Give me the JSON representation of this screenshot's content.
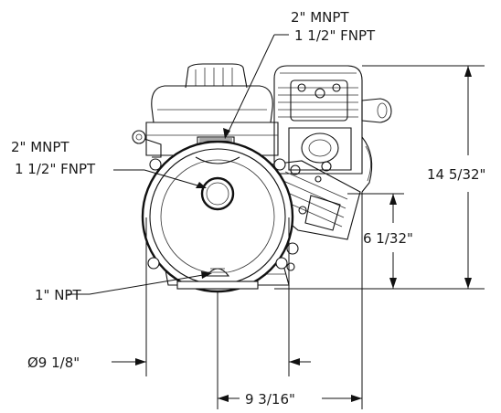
{
  "callouts": {
    "top_discharge": {
      "line1": "2\" MNPT",
      "line2": "1 1/2\" FNPT"
    },
    "front_suction": {
      "line1": "2\" MNPT",
      "line2": "1 1/2\" FNPT"
    },
    "drain": {
      "label": "1\" NPT"
    }
  },
  "dimensions": {
    "overall_height": "14 5/32\"",
    "shaft_height": "6 1/32\"",
    "casing_diameter": "Ø9 1/8\"",
    "overall_width": "9 3/16\""
  }
}
